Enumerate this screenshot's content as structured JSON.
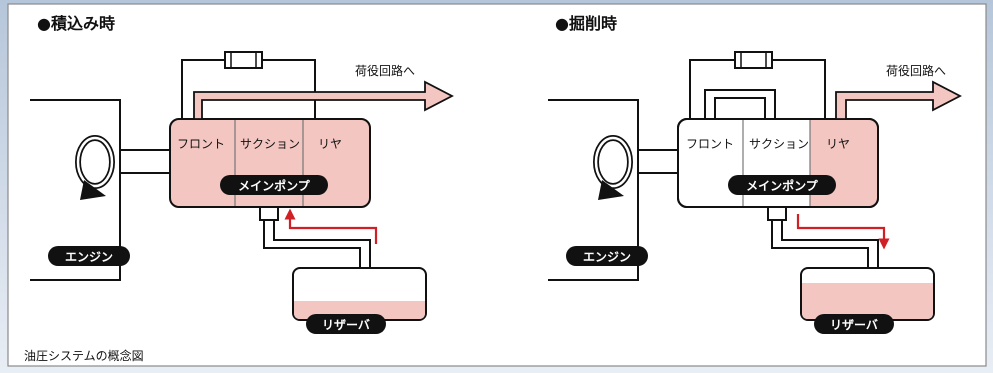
{
  "caption": "油圧システムの概念図",
  "colors": {
    "pink": "#f3c6c1",
    "pinkLight": "#f7d9d5",
    "red": "#d11f26",
    "line": "#111111",
    "bgGradTop": "#b6c6da",
    "bgGradBottom": "#e9eef5"
  },
  "panels": [
    {
      "title": "●積込み時",
      "outlet_label": "荷役回路へ",
      "pump": {
        "front": "フロント",
        "suction": "サクション",
        "rear": "リヤ",
        "name": "メインポンプ"
      },
      "engine": "エンジン",
      "reservoir": "リザーバ",
      "state": "loading"
    },
    {
      "title": "●掘削時",
      "outlet_label": "荷役回路へ",
      "pump": {
        "front": "フロント",
        "suction": "サクション",
        "rear": "リヤ",
        "name": "メインポンプ"
      },
      "engine": "エンジン",
      "reservoir": "リザーバ",
      "state": "excavating"
    }
  ]
}
